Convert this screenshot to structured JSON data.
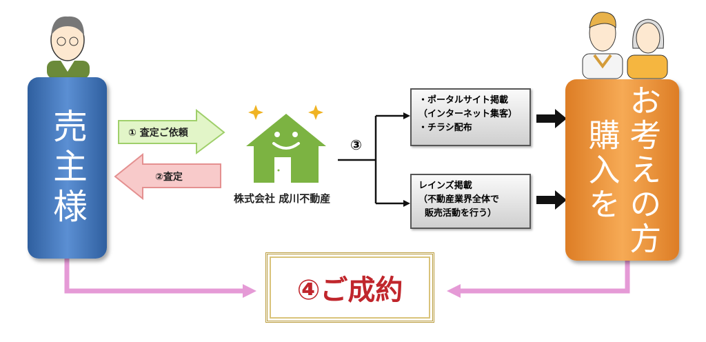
{
  "seller": {
    "label": "売主様"
  },
  "buyer": {
    "label_line1": "購入を",
    "label_line2": "お考えの方"
  },
  "step1": {
    "label": "① 査定ご依頼"
  },
  "step2": {
    "label": "②査定"
  },
  "step3": {
    "label": "③"
  },
  "step4": {
    "label": "④ご成約"
  },
  "company": {
    "name": "株式会社 成川不動産"
  },
  "channels": [
    {
      "text": "・ポータルサイト掲載\n（インターネット集客）\n・チラシ配布"
    },
    {
      "text": "レインズ掲載\n（不動産業界全体で\n  販売活動を行う）"
    }
  ],
  "colors": {
    "seller": "#3a6fb5",
    "buyer": "#ee9a40",
    "house": "#7cb342",
    "deal_text": "#c0262c"
  }
}
